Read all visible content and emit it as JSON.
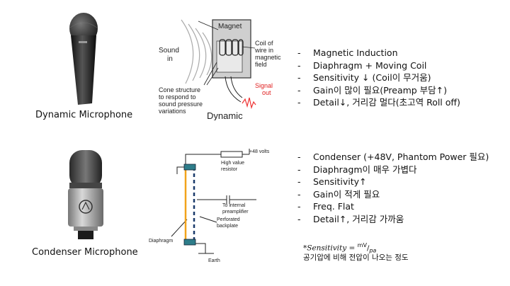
{
  "dynamic": {
    "caption": "Dynamic Microphone",
    "diagram": {
      "magnet": "Magnet",
      "sound_in_1": "Sound",
      "sound_in_2": "in",
      "coil_1": "Coil of",
      "coil_2": "wire in",
      "coil_3": "magnetic",
      "coil_4": "field",
      "signal_1": "Signal",
      "signal_2": "out",
      "cone_1": "Cone structure",
      "cone_2": "to respond to",
      "cone_3": "sound pressure",
      "cone_4": "variations",
      "title": "Dynamic"
    },
    "bullets": [
      "Magnetic Induction",
      "Diaphragm  + Moving Coil",
      "Sensitivity ↓ (Coil이 무거움)",
      "Gain이 많이 필요(Preamp 부담↑)",
      "Detail↓, 거리감 멀다(초고역 Roll off)"
    ]
  },
  "condenser": {
    "caption": "Condenser  Microphone",
    "diagram": {
      "volts": "+48 volts",
      "resistor_1": "High value",
      "resistor_2": "resistor",
      "preamp_1": "To internal",
      "preamp_2": "preamplifier",
      "backplate_1": "Perforated",
      "backplate_2": "backplate",
      "diaphragm": "Diaphragm",
      "earth": "Earth"
    },
    "bullets": [
      "Condenser (+48V, Phantom Power 필요)",
      "Diaphragm이 매우 가볍다",
      "Sensitivity↑",
      "Gain이 적게 필요",
      "Freq. Flat",
      "Detail↑, 거리감 가까움"
    ],
    "note": {
      "formula_lhs": "*Sensitivity =",
      "formula_num": "mV",
      "formula_den": "pa",
      "text": "공기압에 비해 전압이 나오는 정도"
    }
  },
  "bullet_dash": "-"
}
